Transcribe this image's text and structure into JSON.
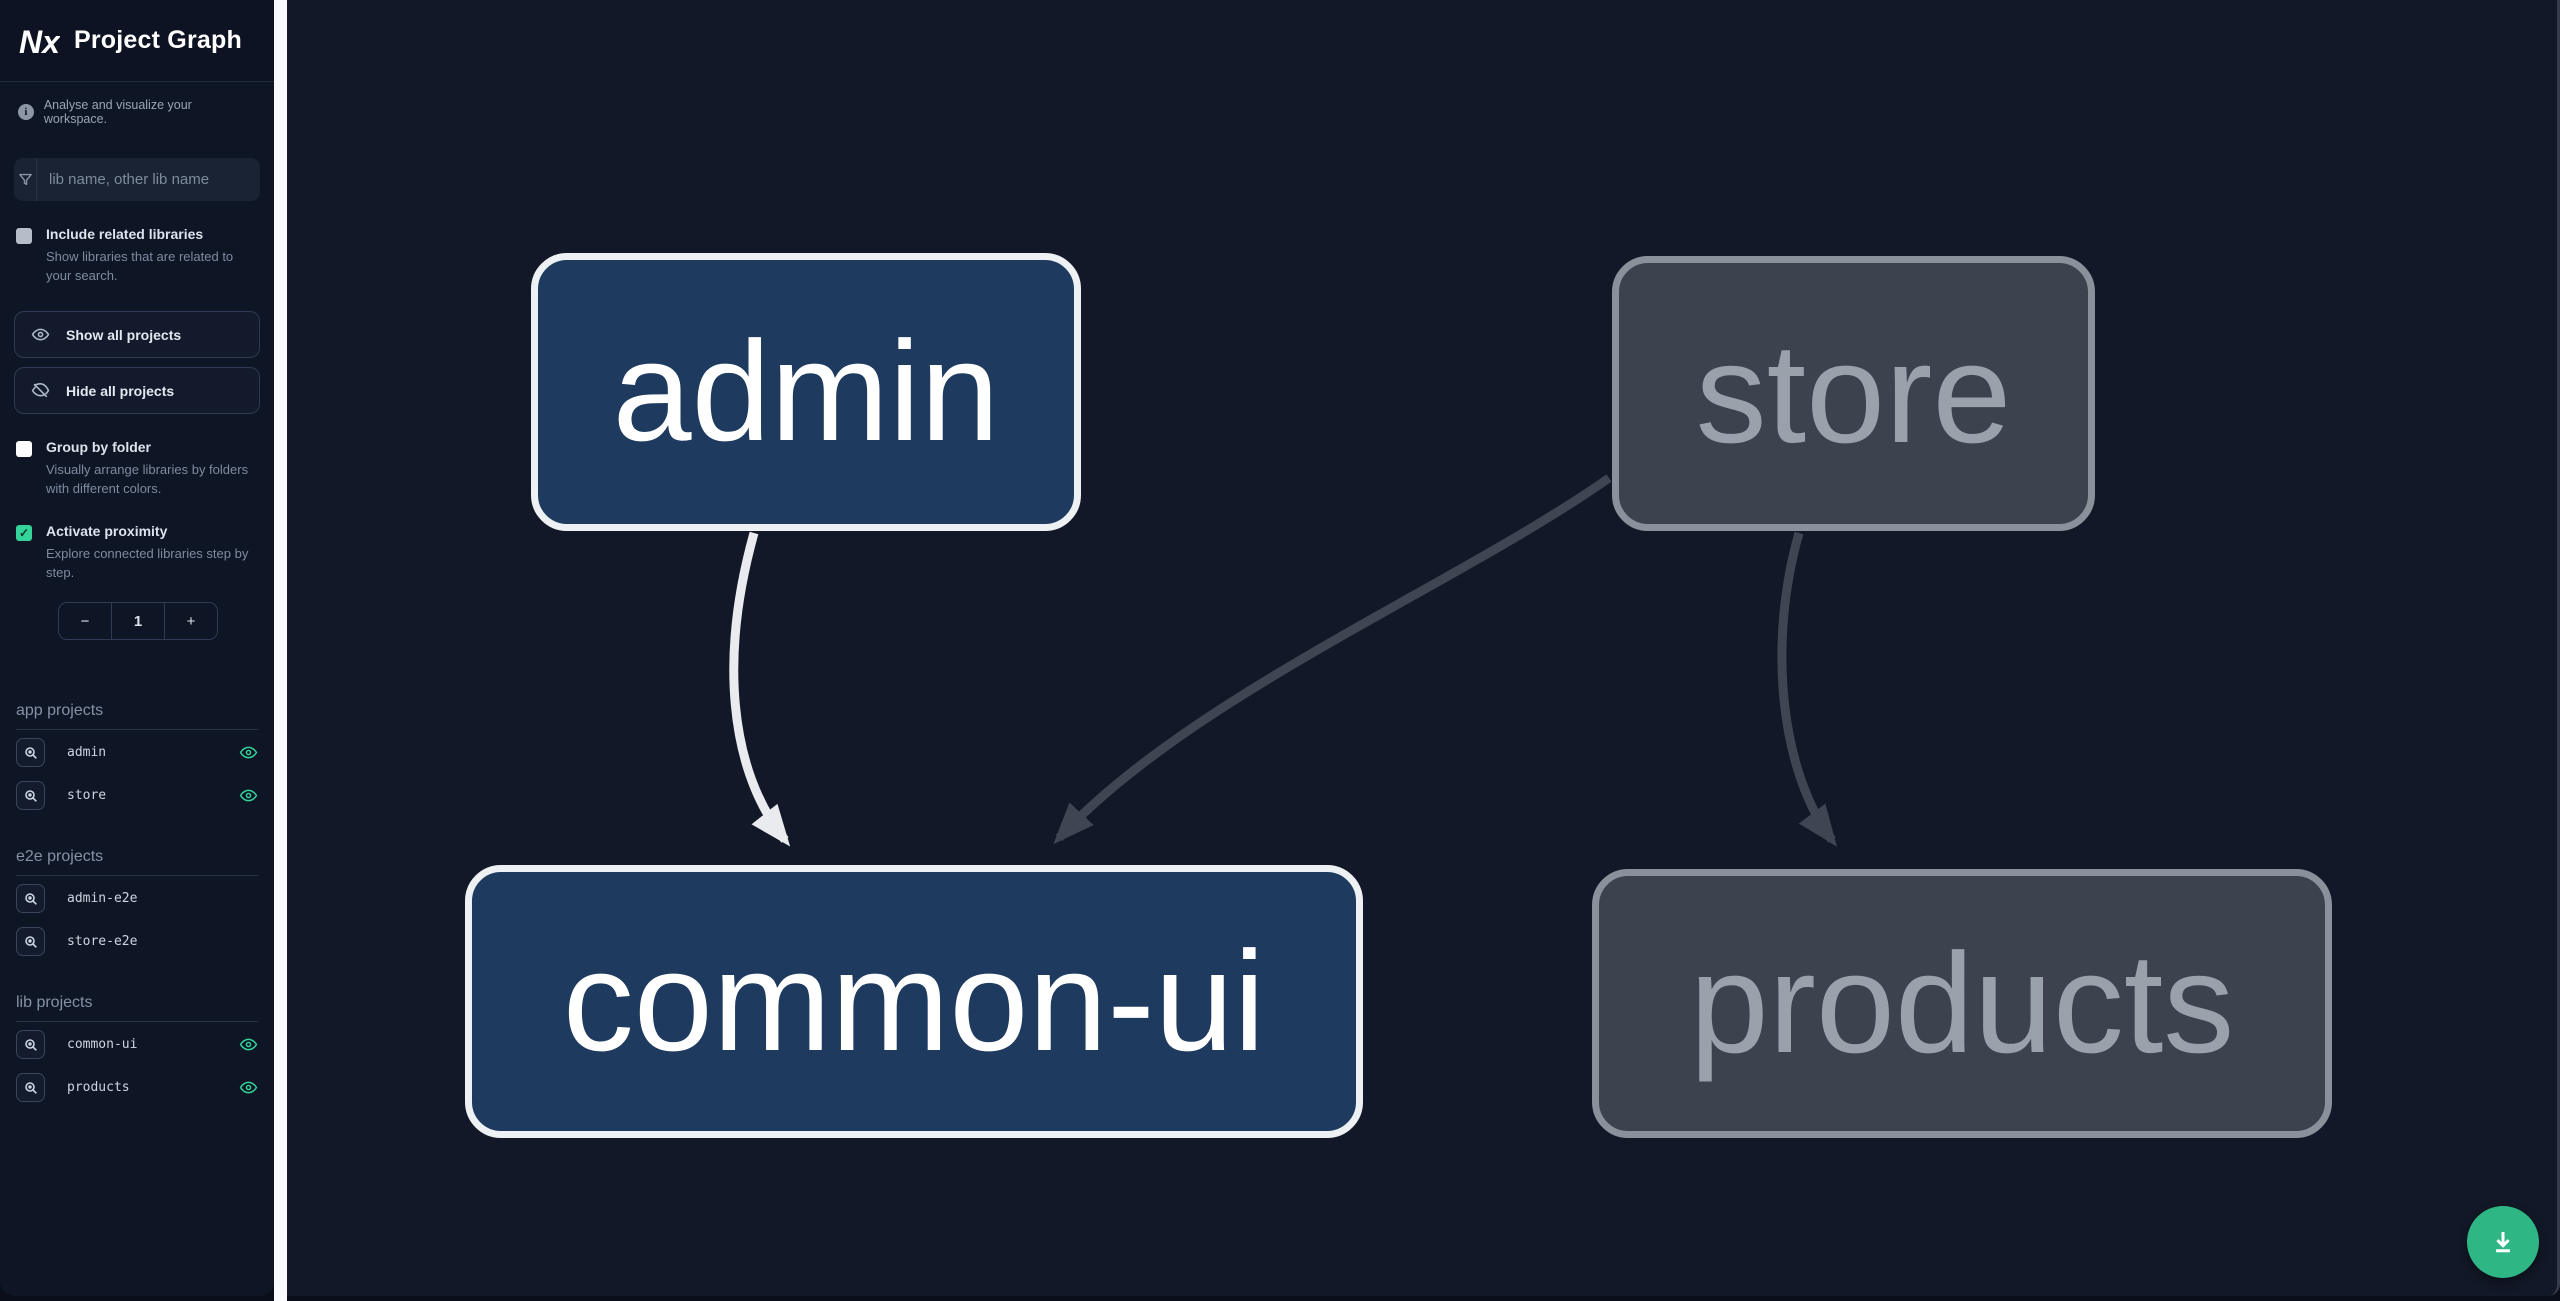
{
  "brand": {
    "logo_text": "Nx",
    "app_title": "Project Graph",
    "accent_color": "#34d399"
  },
  "header": {
    "subtitle": "Analyse and visualize your workspace."
  },
  "search": {
    "placeholder": "lib name, other lib name",
    "value": ""
  },
  "options": [
    {
      "label": "Include related libraries",
      "description": "Show libraries that are related to your search.",
      "checked": false
    },
    {
      "label": "Group by folder",
      "description": "Visually arrange libraries by folders with different colors.",
      "checked": false
    },
    {
      "label": "Activate proximity",
      "description": "Explore connected libraries step by step.",
      "checked": true
    }
  ],
  "actions": {
    "show_all": "Show all projects",
    "hide_all": "Hide all projects"
  },
  "proximity_stepper": {
    "decrement": "−",
    "value": "1",
    "increment": "+"
  },
  "sections": [
    {
      "title": "app projects",
      "items": [
        {
          "name": "admin",
          "visible": true
        },
        {
          "name": "store",
          "visible": true
        }
      ]
    },
    {
      "title": "e2e projects",
      "items": [
        {
          "name": "admin-e2e",
          "visible": false
        },
        {
          "name": "store-e2e",
          "visible": false
        }
      ]
    },
    {
      "title": "lib projects",
      "items": [
        {
          "name": "common-ui",
          "visible": true
        },
        {
          "name": "products",
          "visible": true
        }
      ]
    }
  ],
  "graph": {
    "nodes": [
      {
        "id": "admin",
        "label": "admin",
        "state": "focused"
      },
      {
        "id": "store",
        "label": "store",
        "state": "faded"
      },
      {
        "id": "common-ui",
        "label": "common-ui",
        "state": "focused"
      },
      {
        "id": "products",
        "label": "products",
        "state": "faded"
      }
    ],
    "edges": [
      {
        "source": "admin",
        "target": "common-ui",
        "state": "focused"
      },
      {
        "source": "store",
        "target": "common-ui",
        "state": "faded"
      },
      {
        "source": "store",
        "target": "products",
        "state": "faded"
      }
    ],
    "colors": {
      "focused_fill": "#1e3a5f",
      "focused_border": "#eef1f4",
      "faded_fill": "#3c424e",
      "faded_border": "#8b919b",
      "focused_edge": "#e9ebee",
      "faded_edge": "#3f4653",
      "canvas_bg": "#121827"
    }
  },
  "fab": {
    "icon": "download-icon",
    "color": "#2eb784"
  }
}
